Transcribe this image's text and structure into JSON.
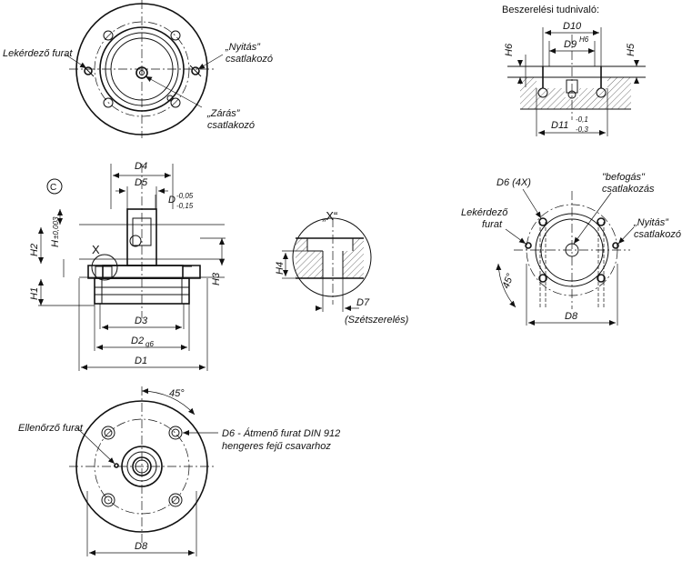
{
  "labels": {
    "lekerdezo_furat_top": "Lekérdező furat",
    "nyitas_top_1": "„Nyitás”",
    "nyitas_top_2": "csatlakozó",
    "zaras_1": "„Zárás”",
    "zaras_2": "csatlakozó",
    "install_title": "Beszerelési tudnivaló:",
    "D10": "D10",
    "D9": "D9",
    "D9_tol": "H6",
    "H6": "H6",
    "H5": "H5",
    "D11": "D11",
    "D11_tol_upper": "-0,1",
    "D11_tol_lower": "-0,3",
    "C_mark": "C",
    "D4": "D4",
    "D5": "D5",
    "D": "D",
    "D_tol_upper": "-0,05",
    "D_tol_lower": "-0,15",
    "H_side": "H",
    "H_tol": "±0,003",
    "H2": "H2",
    "H1": "H1",
    "H3": "H3",
    "X": "X",
    "D3": "D3",
    "D2": "D2",
    "D2_tol": "g6",
    "D1": "D1",
    "detail_title": "„X“",
    "H4": "H4",
    "D7": "D7",
    "szetszereles": "(Szétszerelés)",
    "D6_4x": "D6 (4X)",
    "befogas_1": "\"befogás\"",
    "befogas_2": "csatlakozás",
    "lekerdezo_right_1": "Lekérdező",
    "lekerdezo_right_2": "furat",
    "nyitas_right_1": "„Nyitás”",
    "nyitas_right_2": "csatlakozó",
    "angle_right": "45°",
    "D8_right": "D8",
    "angle_bottom": "45°",
    "ellenorzo": "Ellenőrző furat",
    "D6_note_1": "D6 - Átmenő furat DIN 912",
    "D6_note_2": "hengeres fejű csavarhoz",
    "D8_bottom": "D8"
  }
}
